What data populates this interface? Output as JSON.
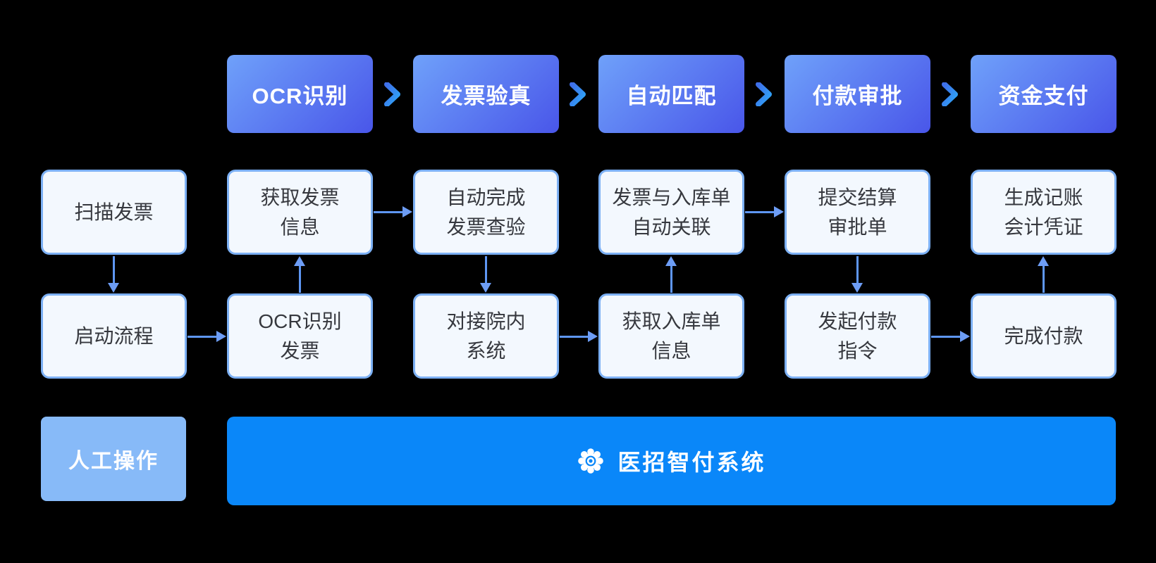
{
  "top_stages": [
    "OCR识别",
    "发票验真",
    "自动匹配",
    "付款审批",
    "资金支付"
  ],
  "row2_steps": [
    "扫描发票",
    "获取发票\n信息",
    "自动完成\n发票查验",
    "发票与入库单\n自动关联",
    "提交结算\n审批单",
    "生成记账\n会计凭证"
  ],
  "row3_steps": [
    "启动流程",
    "OCR识别\n发票",
    "对接院内\n系统",
    "获取入库单\n信息",
    "发起付款\n指令",
    "完成付款"
  ],
  "legend": {
    "manual": "人工操作",
    "system": "医招智付系统"
  },
  "icons": {
    "chevron": "chevron-right",
    "gear": "gear"
  },
  "colors": {
    "background": "#000000",
    "stage_gradient_start": "#6FA1FA",
    "stage_gradient_end": "#4956E9",
    "chevron_gradient_start": "#3F6FE9",
    "chevron_gradient_end": "#2EA7F8",
    "step_box_bg": "#F3F8FE",
    "step_box_border": "#7CB0F4",
    "step_text": "#36383E",
    "arrow_line": "#5E96F2",
    "arrow_head": "#6D9DF5",
    "manual_bg": "#87BAF8",
    "system_bar_bg": "#0A87F9",
    "stage_text": "#FFFFFF"
  }
}
